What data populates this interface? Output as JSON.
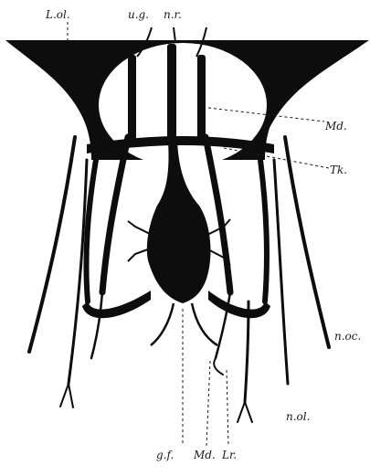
{
  "figure": {
    "labels": {
      "l_ol": "L.ol.",
      "u_g": "u.g.",
      "n_r": "n.r.",
      "md_right": "Md.",
      "tk": "Tk.",
      "n_oc": "n.oc.",
      "n_ol": "n.ol.",
      "g_f": "g.f.",
      "md_bottom": "Md.",
      "lr": "Lr."
    },
    "colors": {
      "ink": "#0d0d0d",
      "paper": "#ffffff"
    }
  }
}
